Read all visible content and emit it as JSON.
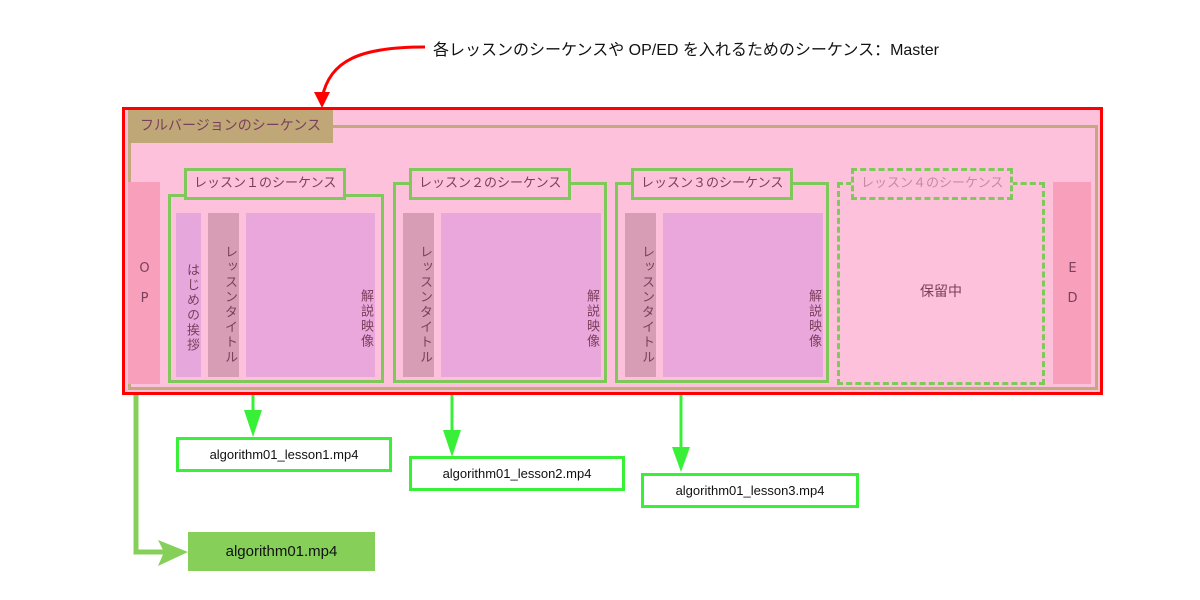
{
  "diagram": {
    "master_caption": "各レッスンのシーケンスや OP/ED を入れるためのシーケンス：Master",
    "full_version_label": "フルバージョンのシーケンス",
    "op_label": "O P",
    "ed_label": "E D",
    "lessons": [
      {
        "label": "レッスン１のシーケンス",
        "blocks": [
          "はじめの挨拶",
          "レッスンタイトル",
          "解説映像"
        ],
        "output_file": "algorithm01_lesson1.mp4",
        "status": "active"
      },
      {
        "label": "レッスン２のシーケンス",
        "blocks": [
          "レッスンタイトル",
          "解説映像"
        ],
        "output_file": "algorithm01_lesson2.mp4",
        "status": "active"
      },
      {
        "label": "レッスン３のシーケンス",
        "blocks": [
          "レッスンタイトル",
          "解説映像"
        ],
        "output_file": "algorithm01_lesson3.mp4",
        "status": "active"
      },
      {
        "label": "レッスン４のシーケンス",
        "blocks": [
          "保留中"
        ],
        "status": "pending"
      }
    ],
    "final_output_file": "algorithm01.mp4",
    "colors": {
      "master_border": "#ff0000",
      "sequence_bg": "#fec1db",
      "full_border": "#c2a97e",
      "lesson_border": "#7ec95a",
      "export_arrow": "#38f038",
      "final_output_bg": "#86d05a"
    }
  }
}
